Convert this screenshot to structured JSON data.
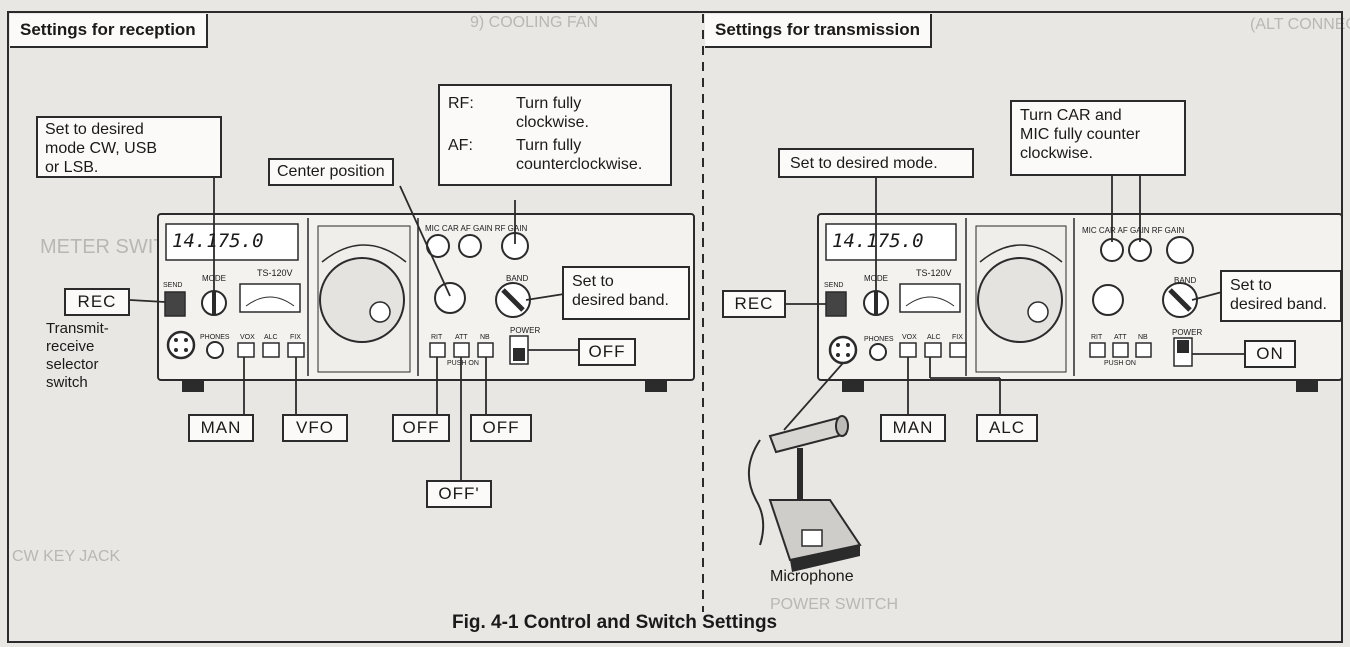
{
  "sections": {
    "reception": "Settings for reception",
    "transmission": "Settings for transmission"
  },
  "reception": {
    "mode_note": "Set to desired\nmode CW, USB\nor LSB.",
    "center_note": "Center position",
    "rf_key": "RF:",
    "rf_value": "Turn fully\nclockwise.",
    "af_key": "AF:",
    "af_value": "Turn fully\ncounterclockwise.",
    "band_note": "Set to\ndesired band.",
    "rec": "REC",
    "selector_note": "Transmit-\nreceive\nselector\nswitch",
    "off_power": "OFF",
    "man": "MAN",
    "vfo": "VFO",
    "off_rit": "OFF",
    "off_nb": "OFF",
    "off_att": "OFF'"
  },
  "transmission": {
    "mode_note": "Set to desired mode.",
    "car_mic_note": "Turn CAR and\nMIC fully counter\nclockwise.",
    "rec": "REC",
    "band_note": "Set to\ndesired band.",
    "on": "ON",
    "man": "MAN",
    "alc": "ALC",
    "microphone": "Microphone"
  },
  "radio": {
    "frequency": "14.175.0",
    "model": "TS-120V",
    "panel_top": "MIC  CAR  AF GAIN  RF GAIN",
    "mode": "MODE",
    "band": "BAND",
    "power": "POWER",
    "phones": "PHONES",
    "send": "SEND",
    "vox": "VOX",
    "alc": "ALC",
    "fix": "FIX",
    "push_on": "PUSH ON",
    "rit": "RIT",
    "att": "ATT",
    "nb": "NB"
  },
  "caption": "Fig. 4-1  Control and Switch Settings",
  "background_text": {
    "t1": "9) COOLING FAN",
    "t2": "(ALT CONNECTOR",
    "t3": "METER SWITCH",
    "t4": "CW KEY JACK",
    "t5": "POWER SWITCH"
  }
}
